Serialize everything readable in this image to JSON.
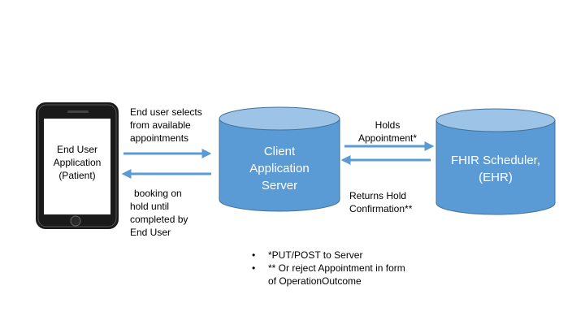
{
  "phone": {
    "label_lines": [
      "End User",
      "Application",
      "(Patient)"
    ]
  },
  "client_server": {
    "label_lines": [
      "Client",
      "Application",
      "Server"
    ]
  },
  "fhir_scheduler": {
    "label_lines": [
      "FHIR Scheduler,",
      "(EHR)"
    ]
  },
  "notes": {
    "end_user_selects": [
      "End user selects",
      "from available",
      "appointments"
    ],
    "booking_on_hold": [
      "booking on",
      "hold until",
      "completed by",
      "End User"
    ],
    "holds_appointment": [
      "Holds",
      "Appointment*"
    ],
    "returns_hold": [
      "Returns Hold",
      "Confirmation**"
    ]
  },
  "footnotes": [
    "*PUT/POST to Server",
    "** Or reject Appointment in form of OperationOutcome"
  ],
  "colors": {
    "cylinder_body": "#5b9bd5",
    "cylinder_top": "#9dc3e6",
    "cylinder_edge": "#41719c",
    "arrow": "#5b9bd5",
    "phone_body": "#1a1a1a"
  }
}
